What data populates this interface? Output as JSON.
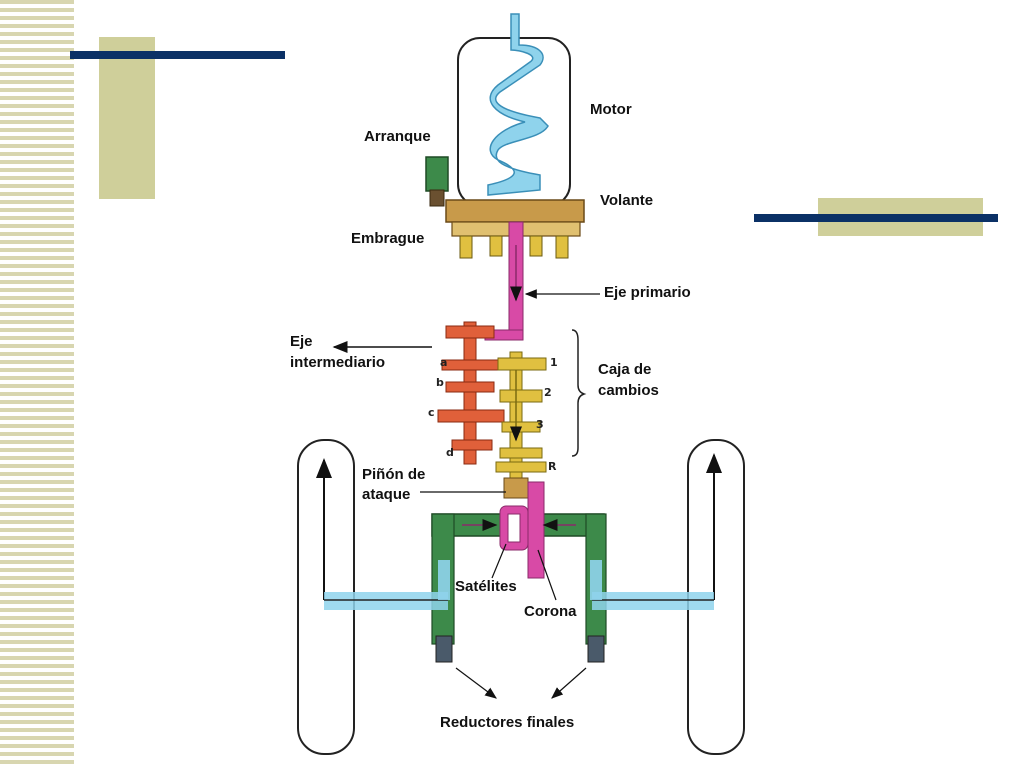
{
  "colors": {
    "stripe": "#d8d6b0",
    "olive": "#cfcf9a",
    "navy": "#0b3166",
    "cyan": "#8fd3ec",
    "orange": "#c89a4a",
    "magenta": "#d84aa6",
    "red": "#e0603a",
    "yellow": "#e0c040",
    "green": "#3d8a4a",
    "steel": "#4a5a6a"
  },
  "labels": {
    "motor": "Motor",
    "arranque": "Arranque",
    "volante": "Volante",
    "embrague": "Embrague",
    "eje_primario": "Eje primario",
    "eje_intermediario_line1": "Eje",
    "eje_intermediario_line2": "intermediario",
    "caja_line1": "Caja de",
    "caja_line2": "cambios",
    "pinon_line1": "Piñón de",
    "pinon_line2": "ataque",
    "satelites": "Satélites",
    "corona": "Corona",
    "reductores": "Reductores finales"
  },
  "gear_marks": {
    "left": [
      "a",
      "b",
      "c",
      "d"
    ],
    "right": [
      "1",
      "2",
      "3",
      "R"
    ]
  }
}
